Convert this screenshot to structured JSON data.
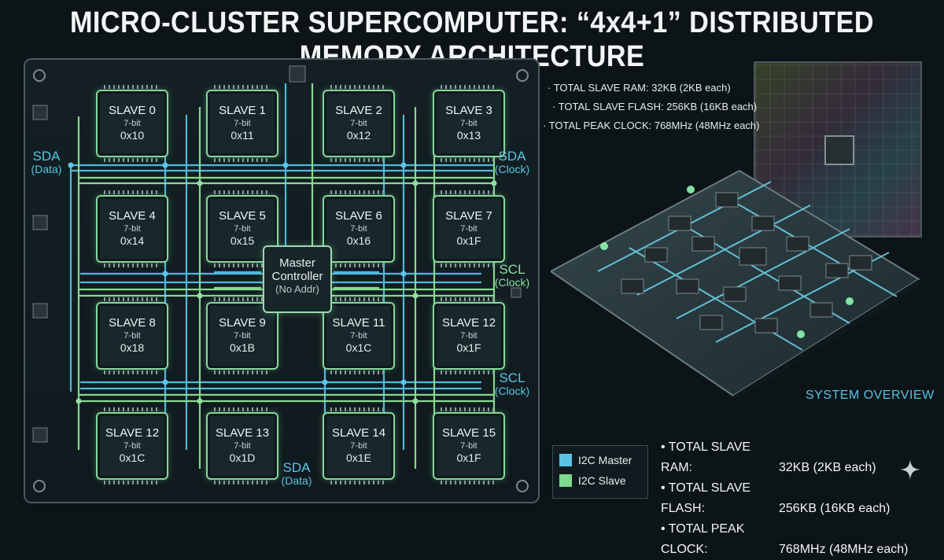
{
  "title": "MICRO-CLUSTER SUPERCOMPUTER: “4x4+1” DISTRIBUTED MEMORY ARCHITECTURE",
  "slaves": [
    {
      "name": "SLAVE 0",
      "bits": "7-bit",
      "addr": "0x10"
    },
    {
      "name": "SLAVE 1",
      "bits": "7-bit",
      "addr": "0x11"
    },
    {
      "name": "SLAVE 2",
      "bits": "7-bit",
      "addr": "0x12"
    },
    {
      "name": "SLAVE 3",
      "bits": "7-bit",
      "addr": "0x13"
    },
    {
      "name": "SLAVE 4",
      "bits": "7-bit",
      "addr": "0x14"
    },
    {
      "name": "SLAVE 5",
      "bits": "7-bit",
      "addr": "0x15"
    },
    {
      "name": "SLAVE 6",
      "bits": "7-bit",
      "addr": "0x16"
    },
    {
      "name": "SLAVE 7",
      "bits": "7-bit",
      "addr": "0x1F"
    },
    {
      "name": "SLAVE 8",
      "bits": "7-bit",
      "addr": "0x18"
    },
    {
      "name": "SLAVE 9",
      "bits": "7-bit",
      "addr": "0x1B"
    },
    {
      "name": "SLAVE 11",
      "bits": "7-bit",
      "addr": "0x1C"
    },
    {
      "name": "SLAVE 12",
      "bits": "7-bit",
      "addr": "0x1F"
    },
    {
      "name": "SLAVE 12",
      "bits": "7-bit",
      "addr": "0x1C"
    },
    {
      "name": "SLAVE 13",
      "bits": "7-bit",
      "addr": "0x1D"
    },
    {
      "name": "SLAVE 14",
      "bits": "7-bit",
      "addr": "0x1E"
    },
    {
      "name": "SLAVE 15",
      "bits": "7-bit",
      "addr": "0x1F"
    }
  ],
  "master": {
    "line1": "Master",
    "line2": "Controller",
    "line3": "(No Addr)"
  },
  "bus_labels": {
    "sda_left": {
      "name": "SDA",
      "sub": "(Data)"
    },
    "sda_right": {
      "name": "SDA",
      "sub": "(Clock)"
    },
    "scl_mid": {
      "name": "SCL",
      "sub": "(Clock)"
    },
    "scl_low": {
      "name": "SCL",
      "sub": "(Clock)"
    },
    "sda_bottom": {
      "name": "SDA",
      "sub": "(Data)"
    }
  },
  "stats_small": [
    "· TOTAL SLAVE RAM: 32KB (2KB each)",
    "· TOTAL SLAVE FLASH: 256KB (16KB each)",
    "· TOTAL PEAK CLOCK: 768MHz (48MHz each)"
  ],
  "system_overview": "SYSTEM OVERVIEW",
  "legend": {
    "master": "I2C Master",
    "slave": "I2C Slave",
    "master_color": "#5bc4e6",
    "slave_color": "#7fd98f"
  },
  "stats_large": [
    {
      "key": "• TOTAL SLAVE RAM:",
      "value": "32KB (2KB each)"
    },
    {
      "key": "• TOTAL SLAVE FLASH:",
      "value": "256KB (16KB each)"
    },
    {
      "key": "• TOTAL PEAK CLOCK:",
      "value": "768MHz (48MHz each)"
    }
  ],
  "colors": {
    "data_bus": "#4fb8dc",
    "clock_bus": "#86d98e",
    "background": "#0c1418"
  }
}
